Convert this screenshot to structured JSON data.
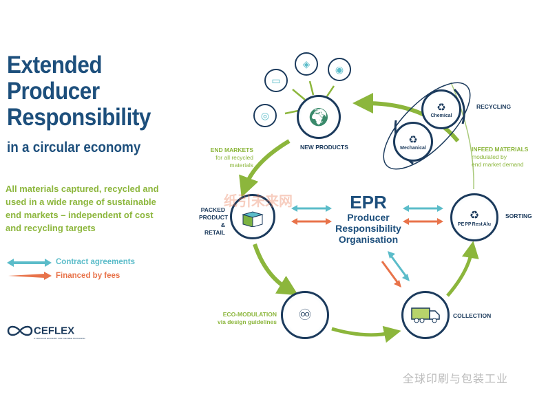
{
  "title": {
    "line1": "Extended",
    "line2": "Producer",
    "line3": "Responsibility",
    "subtitle": "in a circular economy"
  },
  "lead_text": "All materials captured, recycled and used in a wide range of sustainable end markets – independent of cost and recycling targets",
  "legend": [
    {
      "label": "Contract agreements",
      "color": "#5bbcc9"
    },
    {
      "label": "Financed by fees",
      "color": "#e8734a"
    }
  ],
  "logo": {
    "text": "CEFLEX",
    "tagline": "A CIRCULAR ECONOMY FOR FLEXIBLE PACKAGING"
  },
  "center": {
    "acronym": "EPR",
    "line1": "Producer",
    "line2": "Responsibility",
    "line3": "Organisation"
  },
  "nodes": {
    "new_products": "NEW PRODUCTS",
    "end_markets": {
      "title": "END MARKETS",
      "line1": "for all recycled",
      "line2": "materials"
    },
    "packed": {
      "line1": "PACKED",
      "line2": "PRODUCT",
      "line3": "& RETAIL"
    },
    "eco": {
      "title": "ECO-MODULATION",
      "sub": "via design guidelines"
    },
    "collection": "COLLECTION",
    "sorting": "SORTING",
    "sorting_materials": [
      "PE",
      "PP",
      "Rest",
      "Alu"
    ],
    "recycling": "RECYCLING",
    "chemical": "Chemical",
    "mechanical": "Mechanical",
    "infeed": {
      "title": "INFEED MATERIALS",
      "line1": "modulated by",
      "line2": "end market demand"
    }
  },
  "colors": {
    "navy": "#1b3a5c",
    "green": "#8cb63c",
    "teal": "#5bbcc9",
    "orange": "#e8734a",
    "title": "#1d4f7c"
  },
  "watermark": "全球印刷与包装工业",
  "watermark_overlay": "纸引未来网"
}
